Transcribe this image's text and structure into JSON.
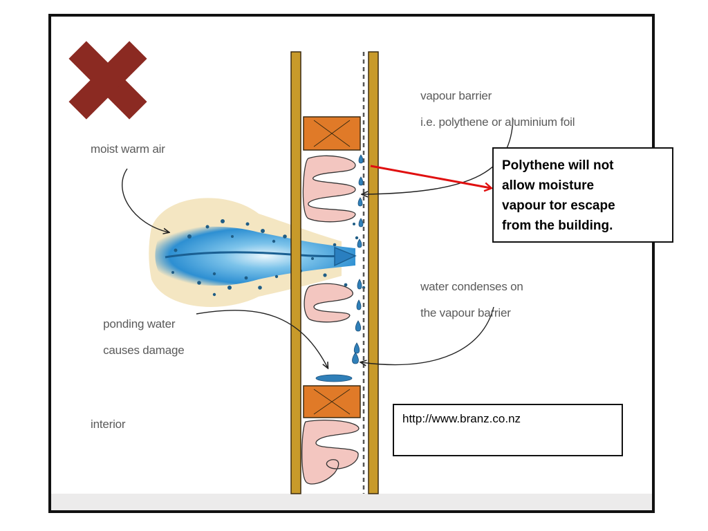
{
  "labels": {
    "vapour_barrier_line1": "vapour barrier",
    "vapour_barrier_line2": "i.e. polythene or aluminium foil",
    "moist_warm_air": "moist warm air",
    "water_condenses_line1": "water condenses on",
    "water_condenses_line2": "the vapour barrier",
    "ponding_water_line1": "ponding water",
    "ponding_water_line2": "causes damage",
    "interior": "interior"
  },
  "callouts": {
    "polythene_lines": [
      "Polythene will not",
      "allow moisture",
      "vapour tor escape",
      "from the building."
    ],
    "source_url": "http://www.branz.co.nz"
  },
  "icons": {
    "wrong": "cross-icon"
  },
  "colors": {
    "cross": "#8b2a22",
    "timber_stud": "#c89a2a",
    "timber_block": "#e07a28",
    "insulation": "#f3c6c0",
    "air_cloud_outer": "#f4e6c2",
    "air_cloud_blue": "#3b9ad6",
    "red_arrow": "#e01010",
    "label_text": "#5a5a5a"
  }
}
